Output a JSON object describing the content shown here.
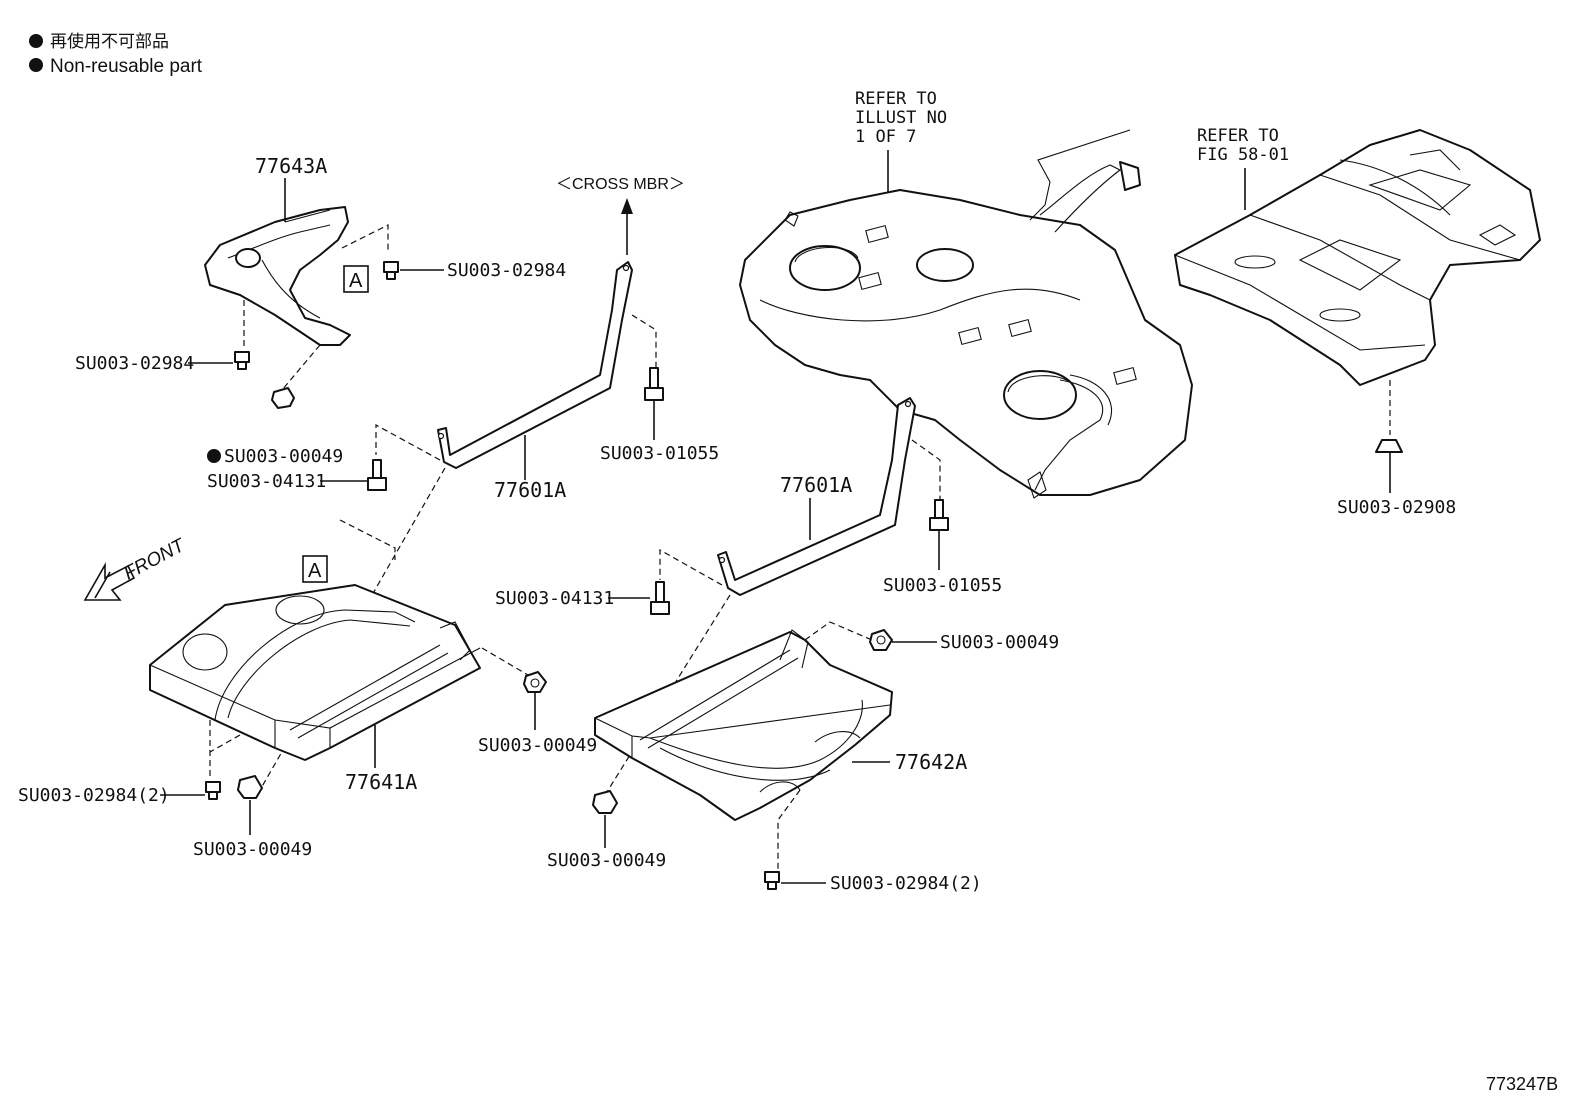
{
  "legend": {
    "bullet_1": "再使用不可部品",
    "bullet_2": "Non-reusable part"
  },
  "refs": {
    "tank_ref_1": "REFER TO",
    "tank_ref_2": "ILLUST NO",
    "tank_ref_3": "1 OF 7",
    "floor_ref_1": "REFER TO",
    "floor_ref_2": "FIG 58-01",
    "cross_mbr": "＜CROSS MBR＞",
    "front": "FRONT",
    "view_a": "A"
  },
  "parts": {
    "p_77643A": "77643A",
    "p_77601A_left": "77601A",
    "p_77601A_right": "77601A",
    "p_77641A": "77641A",
    "p_77642A": "77642A",
    "su_02984_top": "SU003-02984",
    "su_02984_left": "SU003-02984",
    "su_00049_left": "SU003-00049",
    "su_04131_left": "SU003-04131",
    "su_01055_left": "SU003-01055",
    "su_04131_mid": "SU003-04131",
    "su_01055_right": "SU003-01055",
    "su_00049_right": "SU003-00049",
    "su_00049_mid": "SU003-00049",
    "su_02984_2_left": "SU003-02984(2)",
    "su_00049_bottom_left": "SU003-00049",
    "su_00049_bottom_mid": "SU003-00049",
    "su_02984_2_right": "SU003-02984(2)",
    "su_02908": "SU003-02908"
  },
  "figure_id": "773247B"
}
